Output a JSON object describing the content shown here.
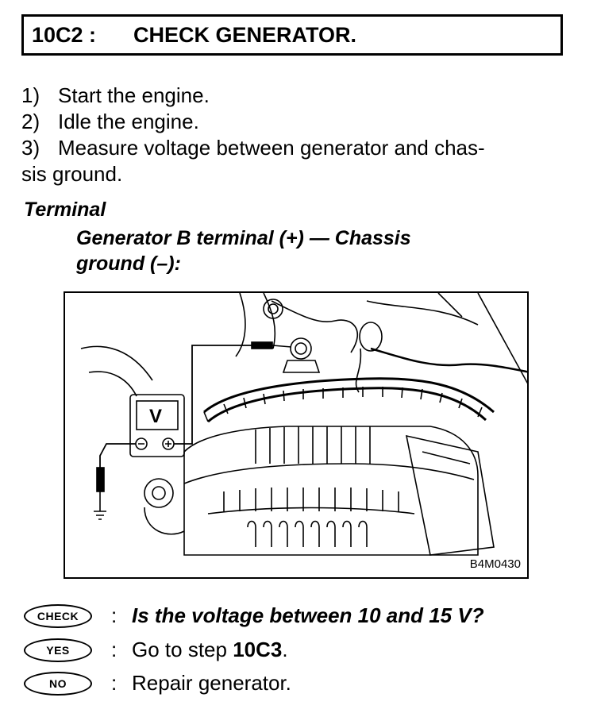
{
  "header": {
    "code": "10C2 :",
    "title": "CHECK GENERATOR."
  },
  "steps": [
    {
      "num": "1)",
      "text": "Start the engine."
    },
    {
      "num": "2)",
      "text": "Idle the engine."
    },
    {
      "num": "3)",
      "text": "Measure voltage between generator and chas-",
      "continuation": "sis ground."
    }
  ],
  "terminal": {
    "label": "Terminal",
    "line1": "Generator B terminal (+) — Chassis",
    "line2": "ground (–):"
  },
  "figure": {
    "code": "B4M0430",
    "meter_letter": "V",
    "minus_symbol": "⊖",
    "plus_symbol": "⊕"
  },
  "results": {
    "check": {
      "badge": "CHECK",
      "colon": ":",
      "text": "Is the voltage between 10 and 15 V?"
    },
    "yes": {
      "badge": "YES",
      "colon": ":",
      "text_prefix": "Go to step ",
      "text_step": "10C3",
      "text_suffix": "."
    },
    "no": {
      "badge": "NO",
      "colon": ":",
      "text": "Repair generator."
    }
  }
}
